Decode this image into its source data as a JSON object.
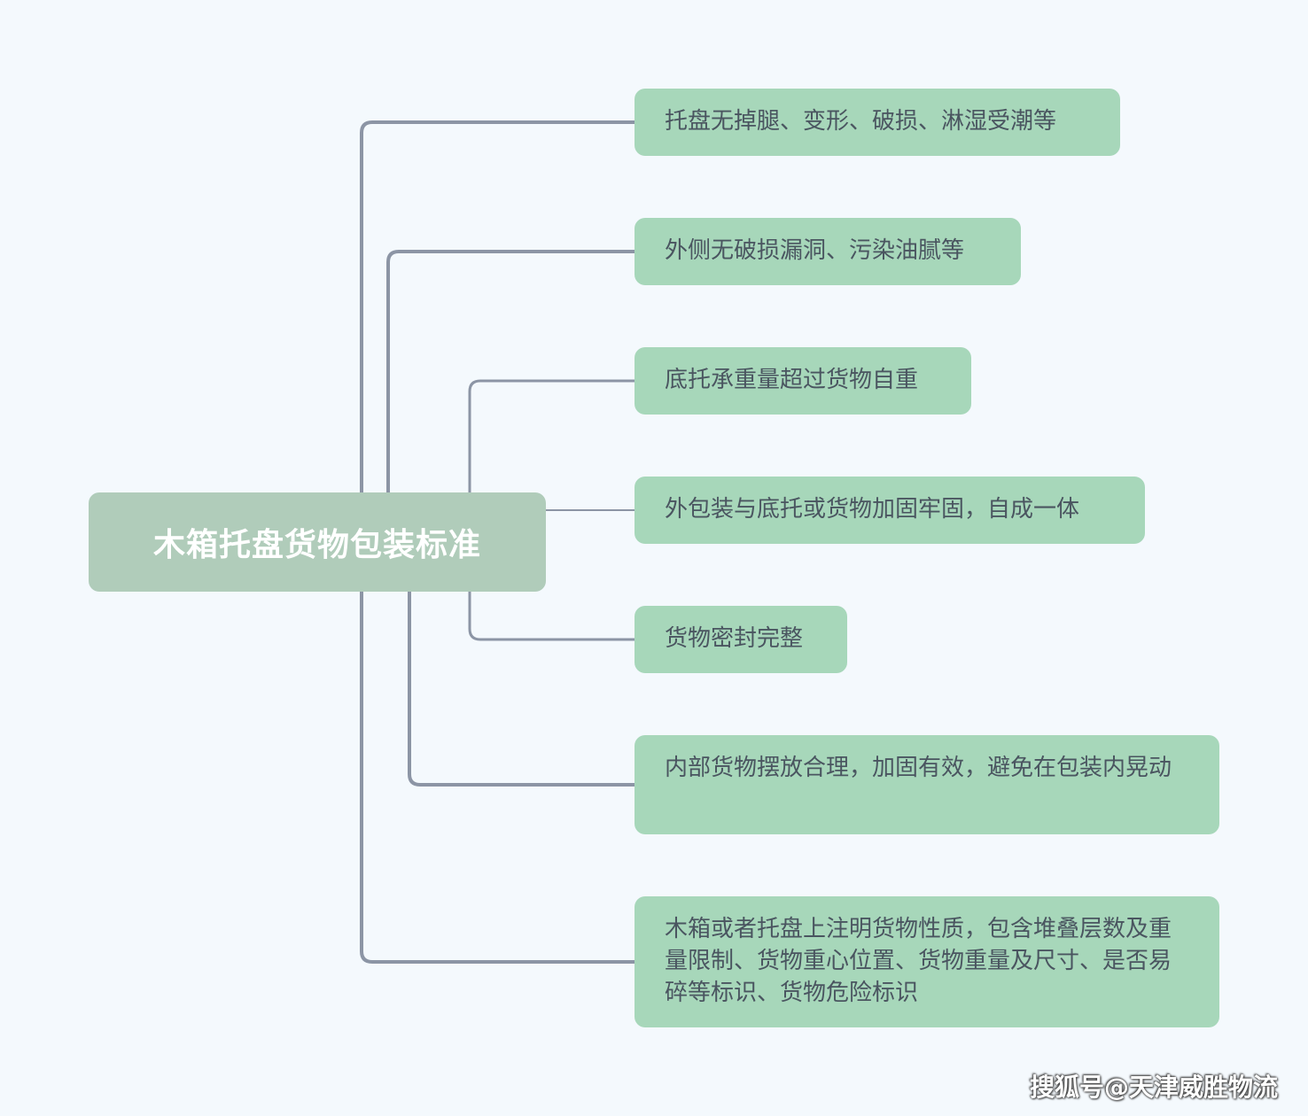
{
  "root": {
    "label": "木箱托盘货物包装标准"
  },
  "branches": [
    {
      "label": "托盘无掉腿、变形、破损、淋湿受潮等"
    },
    {
      "label": "外侧无破损漏洞、污染油腻等"
    },
    {
      "label": "底托承重量超过货物自重"
    },
    {
      "label": "外包装与底托或货物加固牢固，自成一体"
    },
    {
      "label": "货物密封完整"
    },
    {
      "label": "内部货物摆放合理，加固有效，避免在包装内晃动"
    },
    {
      "label": "木箱或者托盘上注明货物性质，包含堆叠层数及重量限制、货物重心位置、货物重量及尺寸、是否易碎等标识、货物危险标识"
    }
  ],
  "watermark": "搜狐号@天津威胜物流",
  "colors": {
    "background": "#f4f9fd",
    "root_fill": "#b0ccba",
    "branch_fill": "#a7d7ba",
    "connector": "#8c95a5",
    "text": "#4a5560"
  }
}
